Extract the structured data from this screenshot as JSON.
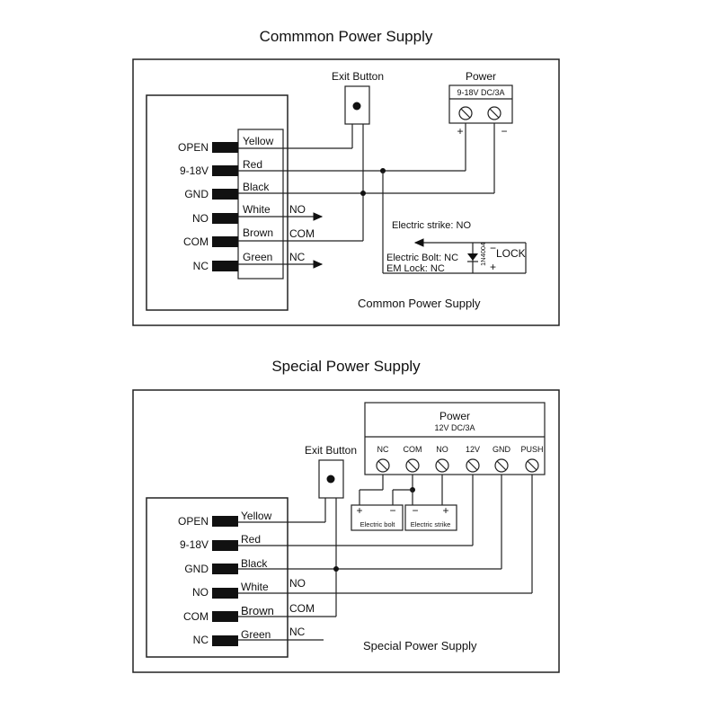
{
  "top": {
    "title": "Commmon Power Supply",
    "caption": "Common Power Supply",
    "exit_button": "Exit Button",
    "power_title": "Power",
    "power_rating": "9-18V DC/3A",
    "plus": "+",
    "minus": "−",
    "pins": [
      "OPEN",
      "9-18V",
      "GND",
      "NO",
      "COM",
      "NC"
    ],
    "wires": [
      "Yellow",
      "Red",
      "Black",
      "White",
      "Brown",
      "Green"
    ],
    "out_no": "NO",
    "out_com": "COM",
    "out_nc": "NC",
    "strike_label": "Electric strike: NO",
    "bolt_label": "Electric Bolt: NC",
    "emlock_label": "EM Lock: NC",
    "diode": "1N4004",
    "lock": "LOCK",
    "lock_minus": "−",
    "lock_plus": "+"
  },
  "bottom": {
    "title": "Special Power Supply",
    "caption": "Special Power Supply",
    "exit_button": "Exit Button",
    "power_title": "Power",
    "power_rating": "12V DC/3A",
    "terminals": [
      "NC",
      "COM",
      "NO",
      "12V",
      "GND",
      "PUSH"
    ],
    "pins": [
      "OPEN",
      "9-18V",
      "GND",
      "NO",
      "COM",
      "NC"
    ],
    "wires": [
      "Yellow",
      "Red",
      "Black",
      "White",
      "Brown",
      "Green"
    ],
    "out_no": "NO",
    "out_com": "COM",
    "out_nc": "NC",
    "bolt_label": "Electric bolt",
    "strike_label": "Electric strike",
    "bolt_plus": "+",
    "bolt_minus": "−",
    "strike_minus": "−",
    "strike_plus": "+"
  }
}
